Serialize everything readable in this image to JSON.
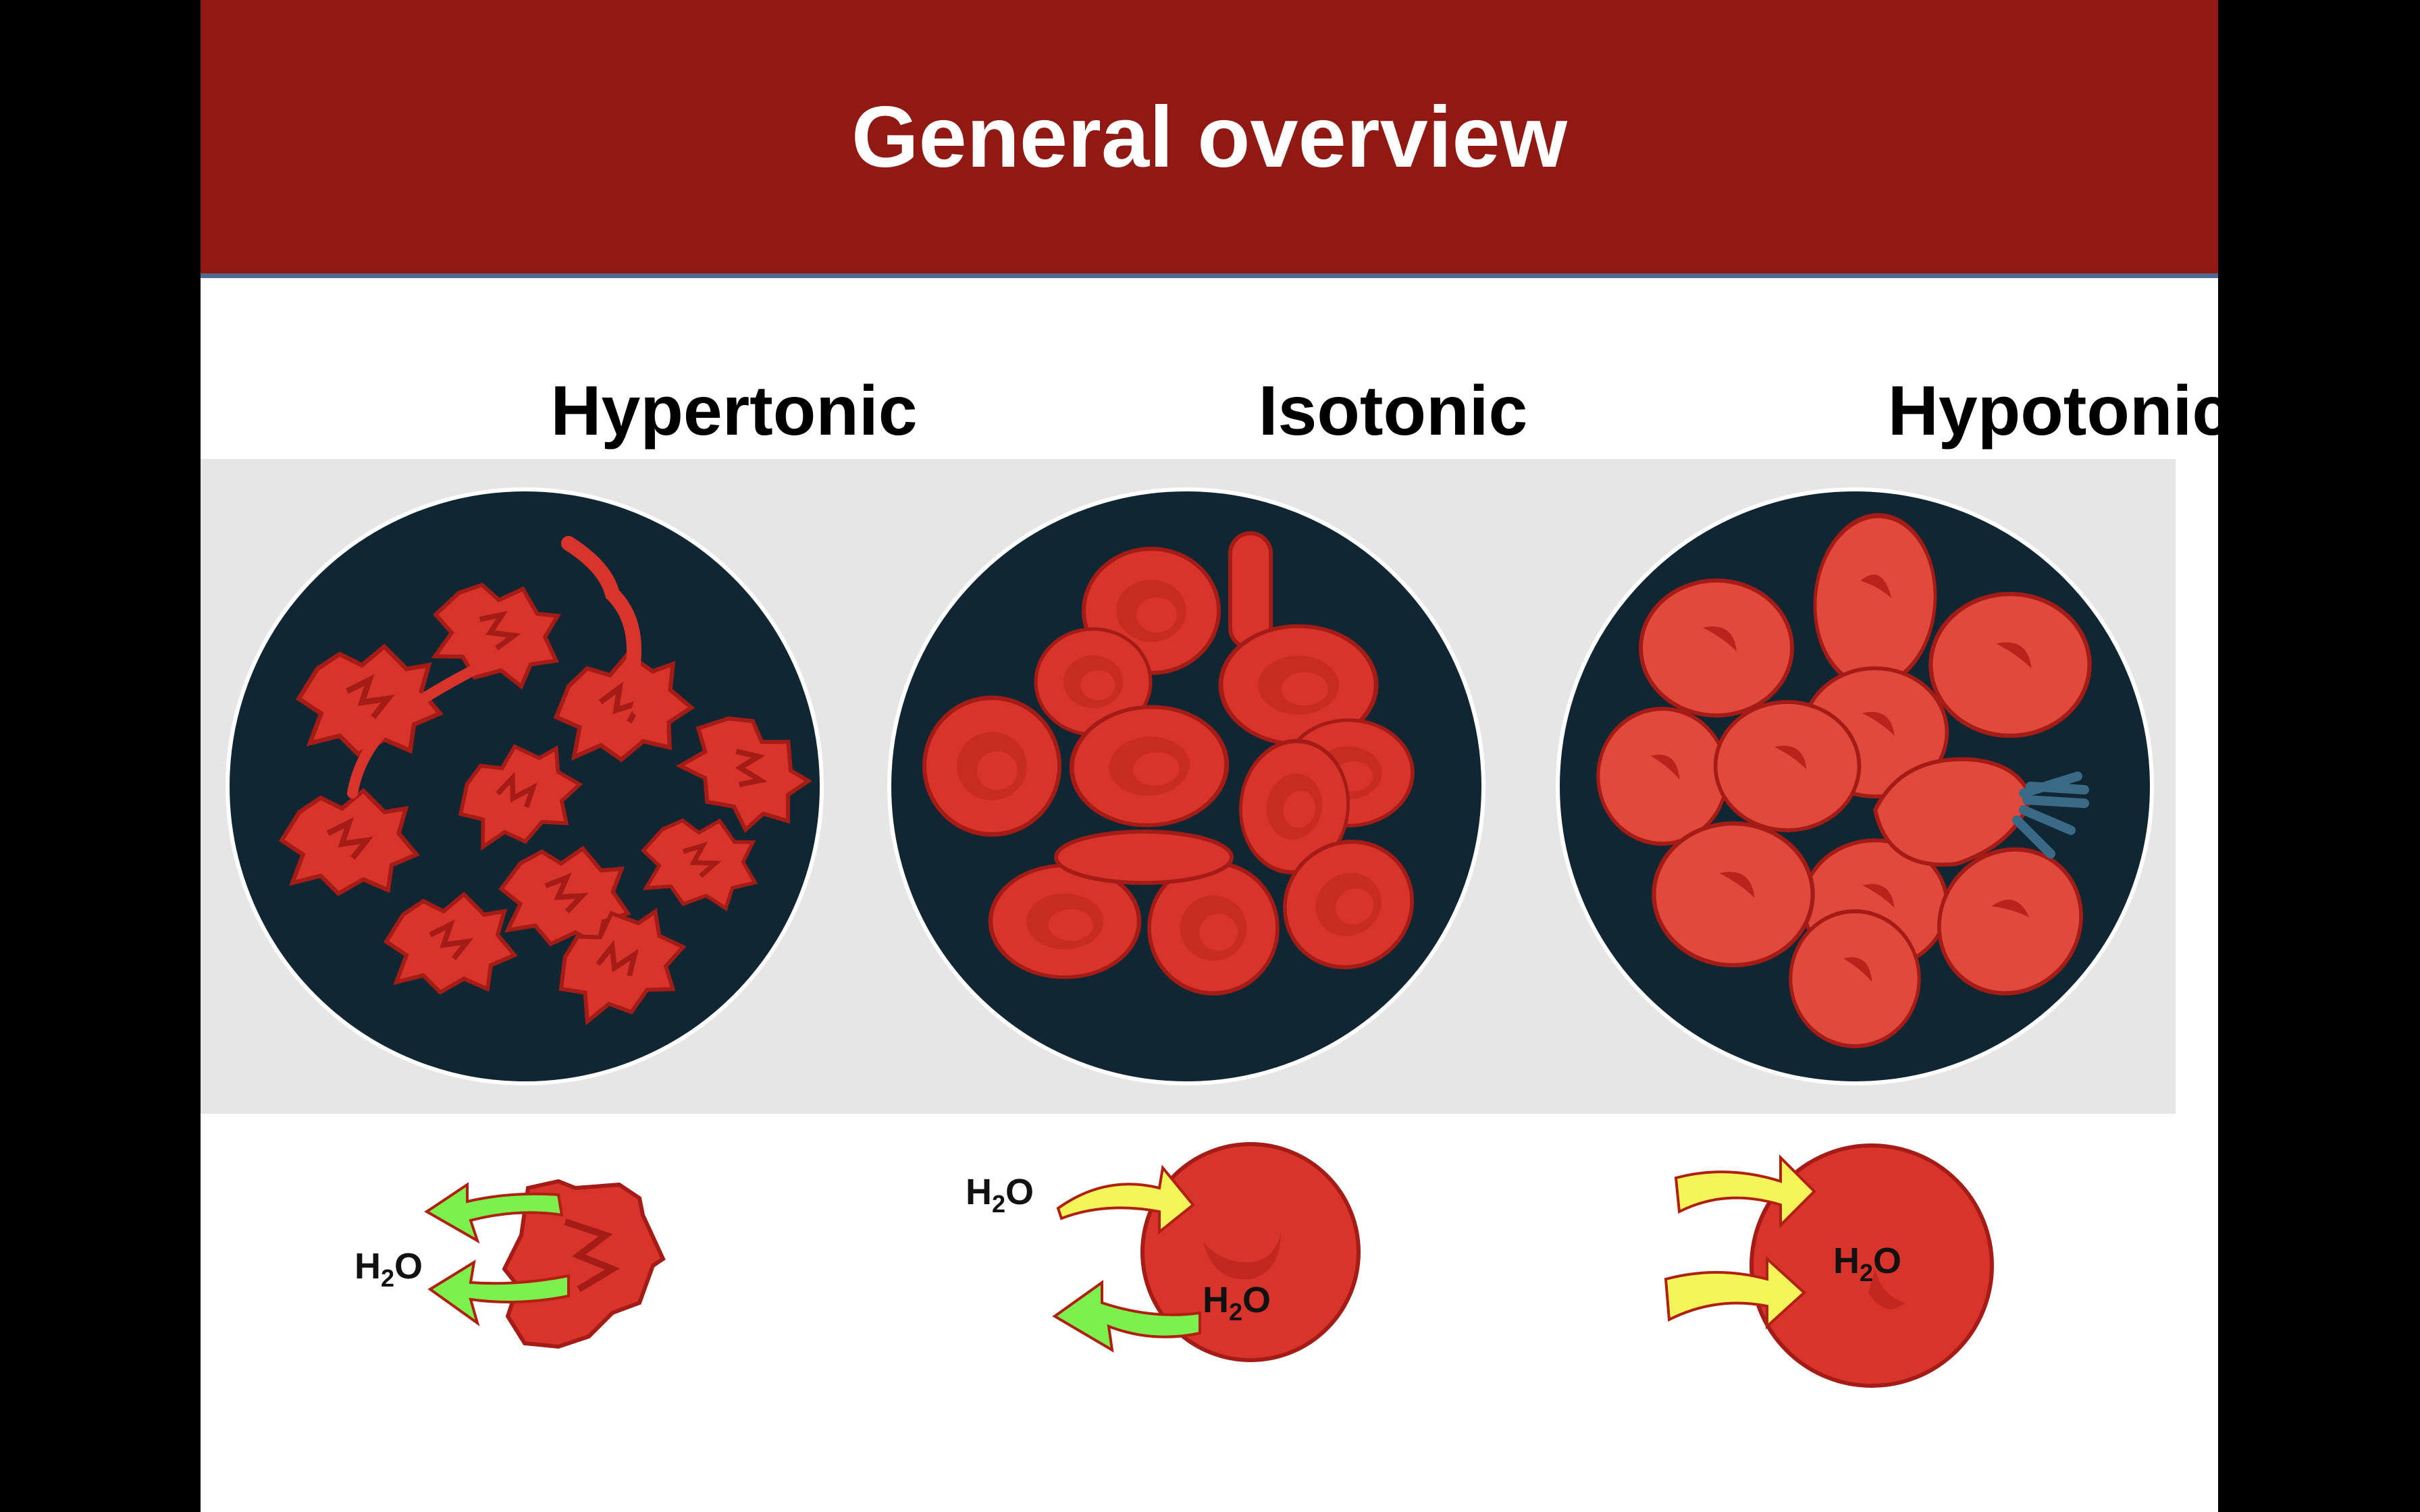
{
  "title": "General overview",
  "panels": [
    {
      "label": "Hypertonic"
    },
    {
      "label": "Isotonic"
    },
    {
      "label": "Hypotonic"
    }
  ],
  "water": {
    "main": "H",
    "sub": "2",
    "end": "O"
  },
  "colors": {
    "header": "#901913",
    "circle_bg": "#102633",
    "cell": "#d9342b",
    "cell_edge": "#a51c16",
    "arrow_out": "#7cf04c",
    "arrow_in": "#f5f55a"
  }
}
